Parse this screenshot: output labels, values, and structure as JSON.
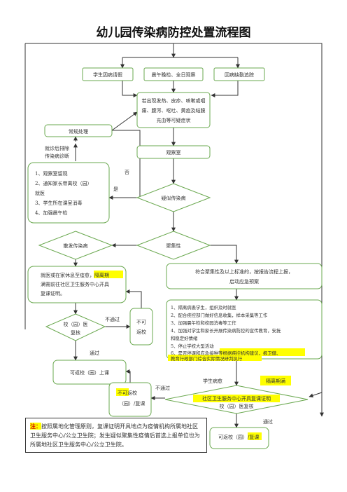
{
  "title": "幼儿园传染病防控处置流程图",
  "nodes": {
    "sick_leave": "学生因病请假",
    "checkup": "晨午晚检、全日观察",
    "absence": "因病缺勤追踪",
    "symptoms": [
      "若出现发热、皮疹、咳嗽或咽",
      "痛、腹泻、呕吐、黄疸及结膜",
      "充血等可疑症状"
    ],
    "routine": "常规处理",
    "diagnose_exclude": [
      "就诊后排除",
      "传染病诊断"
    ],
    "observation_room": "观察室",
    "measures": [
      "1、观察室留观",
      "2、通知家长带离校（园）",
      "就医",
      "3、学生所在课室消毒",
      "4、加强晨午检"
    ],
    "suspected": "疑似传染病",
    "scattered": "散发传染病",
    "cluster": "聚集性",
    "treat": [
      "就医或在家休息至痊愈，",
      "需前往社区卫生服务中心开具",
      "复课证明。"
    ],
    "treat_hl": [
      "隔离期",
      "满"
    ],
    "report": [
      "符合聚集性及以上标准的，按报告流程上报，",
      "启动应急预案"
    ],
    "actions": [
      "1、隔离病患学生，组织及时就医",
      "2、配合疾控部门做好信息收集，样本采集等工作",
      "3、加强晨午检和校园消毒等工作",
      "4、加强对学生和家长开展传染病防控的宣传教育，安抚",
      "和稳定好情绪",
      "5、停止学校大型活动",
      "6、是否停课和应急接种等",
      "根据疾控机构建议，报卫健、",
      "教育行政部门综合实际情况研判执行"
    ],
    "school_review": [
      "校（园）医",
      "复核"
    ],
    "not_back_small": [
      "不可",
      "返校"
    ],
    "can_return": "可返校（园）上课",
    "not_return": [
      "不可",
      "返校",
      "（园）/复课"
    ],
    "cert_diamond": [
      "社区卫生服务中心开具复课证明",
      "校（园）医复核"
    ],
    "isolation_full": "隔离期满",
    "can_resume": [
      "可返校（园）/",
      "复课"
    ]
  },
  "edge_labels": {
    "no": "否",
    "yes": "是",
    "fail": "不通过",
    "pass": "通过",
    "fail2": "不通过",
    "pass2": "通过",
    "recovered": "学生病愈"
  },
  "note": {
    "label": "注：",
    "text": "按照属地化管理原则，复课证明开具地点为疫情机构所属地社区卫生服务中心/公立卫生院；发生疑似聚集性疫情后首选上报单位也为所属地社区卫生服务中心/公立卫生院。"
  },
  "colors": {
    "stroke": "#6aa84f",
    "arrow": "#333333",
    "highlight": "#ffff00",
    "accent_text": "#d00000",
    "title": "#111111"
  }
}
